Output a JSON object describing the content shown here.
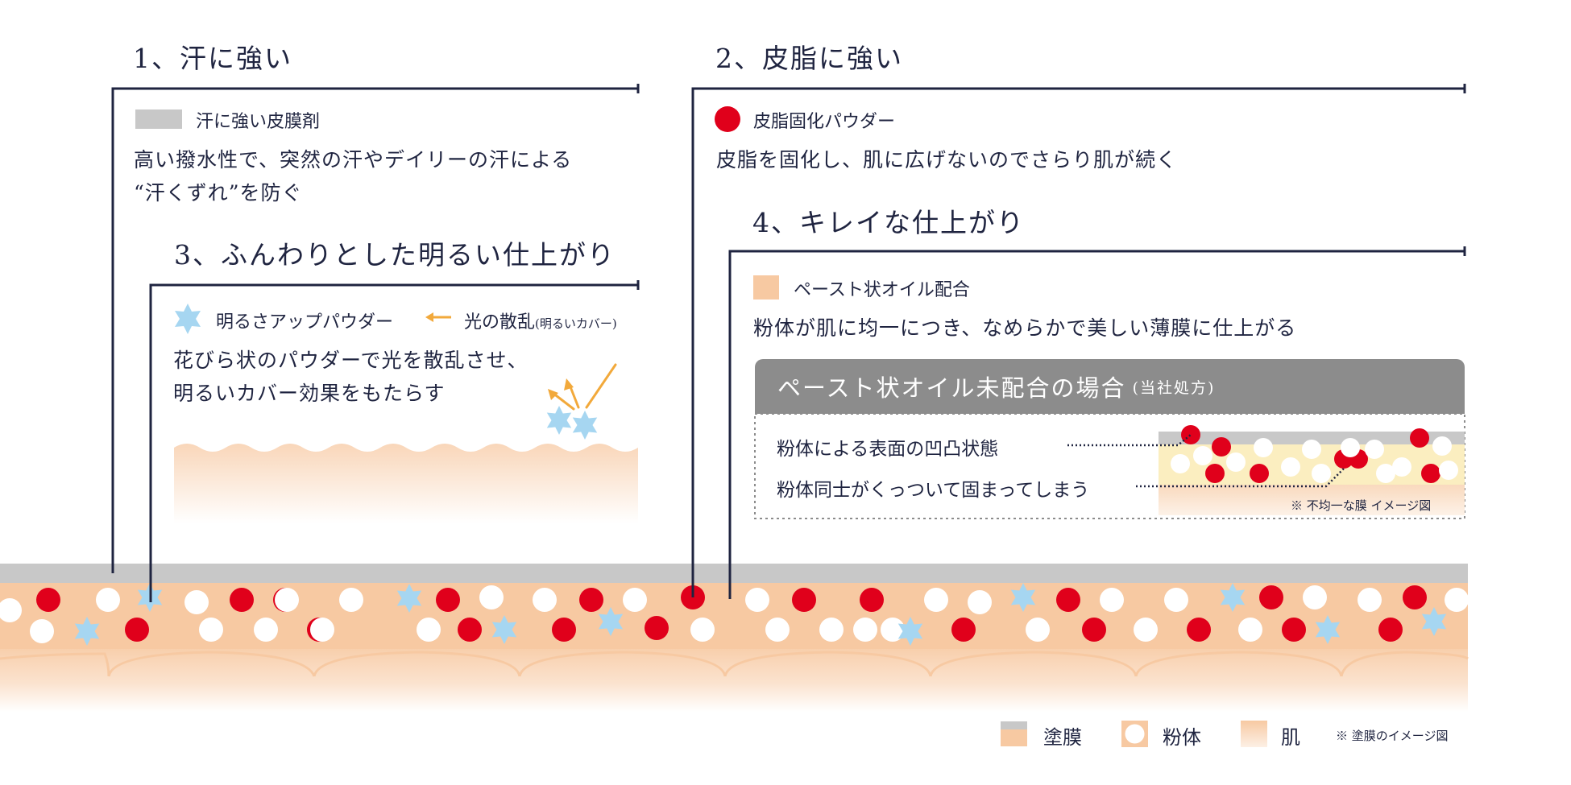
{
  "section1": {
    "title": "1、汗に強い",
    "legend": "汗に強い皮膜剤",
    "desc": [
      "高い撥水性で、突然の汗やデイリーの汗による",
      "“汗くずれ”を防ぐ"
    ]
  },
  "section2": {
    "title": "2、皮脂に強い",
    "legend": "皮脂固化パウダー",
    "desc": [
      "皮脂を固化し、肌に広げないのでさらり肌が続く"
    ]
  },
  "section3": {
    "title": "3、ふんわりとした明るい仕上がり",
    "legend": "明るさアップパウダー",
    "light_label": "光の散乱",
    "light_label_sub": "(明るいカバー)",
    "desc": [
      "花びら状のパウダーで光を散乱させ、",
      "明るいカバー効果をもたらす"
    ]
  },
  "section4": {
    "title": "4、キレイな仕上がり",
    "legend": "ペースト状オイル配合",
    "desc": [
      "粉体が肌に均一につき、なめらかで美しい薄膜に仕上がる"
    ],
    "box": {
      "title": "ペースト状オイル未配合の場合",
      "title_sub": "(当社処方)",
      "row1": "粉体による表面の凹凸状態",
      "row2": "粉体同士がくっついて固まってしまう",
      "note": "※ 不均一な膜 イメージ図"
    }
  },
  "bottom_legend": {
    "film": "塗膜",
    "powder": "粉体",
    "skin": "肌",
    "note": "※ 塗膜のイメージ図"
  },
  "colors": {
    "navy": "#1f2440",
    "film_gray": "#c8c8c8",
    "skin_peach": "#f7c9a2",
    "sebum_red": "#e0001b",
    "star_blue": "#a6d6f1",
    "arrow_orange": "#f2a93b",
    "box_gray": "#8c8c8c",
    "yellow_layer": "#fbeec0"
  }
}
